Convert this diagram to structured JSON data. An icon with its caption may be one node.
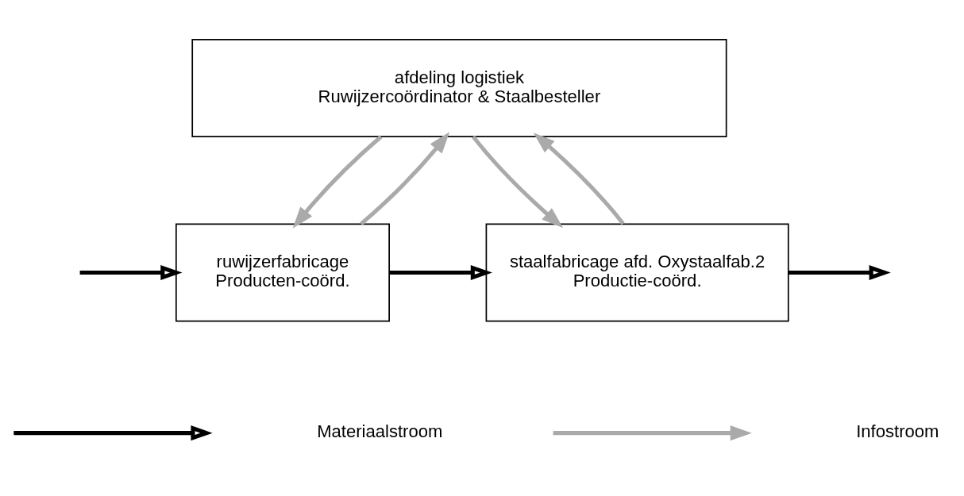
{
  "diagram": {
    "nodes": [
      {
        "text": [
          "afdeling logistiek",
          "Ruwijzercoördinator & Staalbesteller"
        ]
      },
      {
        "text": [
          "ruwijzerfabricage",
          "Producten-coörd."
        ]
      },
      {
        "text": [
          "staalfabricage afd. Oxystaalfab.2",
          "Productie-coörd."
        ]
      }
    ],
    "edges": [
      {
        "from": null,
        "to": 1,
        "arrow": "to",
        "color": "#000000"
      },
      {
        "from": 1,
        "to": 2,
        "arrow": "to",
        "color": "#000000"
      },
      {
        "from": 2,
        "to": null,
        "arrow": "to",
        "color": "#000000"
      },
      {
        "from": 0,
        "to": 1,
        "arrow": "to",
        "color": "#aaaaaa"
      },
      {
        "from": 1,
        "to": 0,
        "arrow": "to",
        "color": "#aaaaaa"
      },
      {
        "from": 0,
        "to": 2,
        "arrow": "to",
        "color": "#aaaaaa"
      },
      {
        "from": 2,
        "to": 0,
        "arrow": "to",
        "color": "#aaaaaa"
      }
    ],
    "legend": [
      {
        "text": "Materiaalstroom"
      },
      {
        "text": "Infostroom"
      }
    ]
  }
}
